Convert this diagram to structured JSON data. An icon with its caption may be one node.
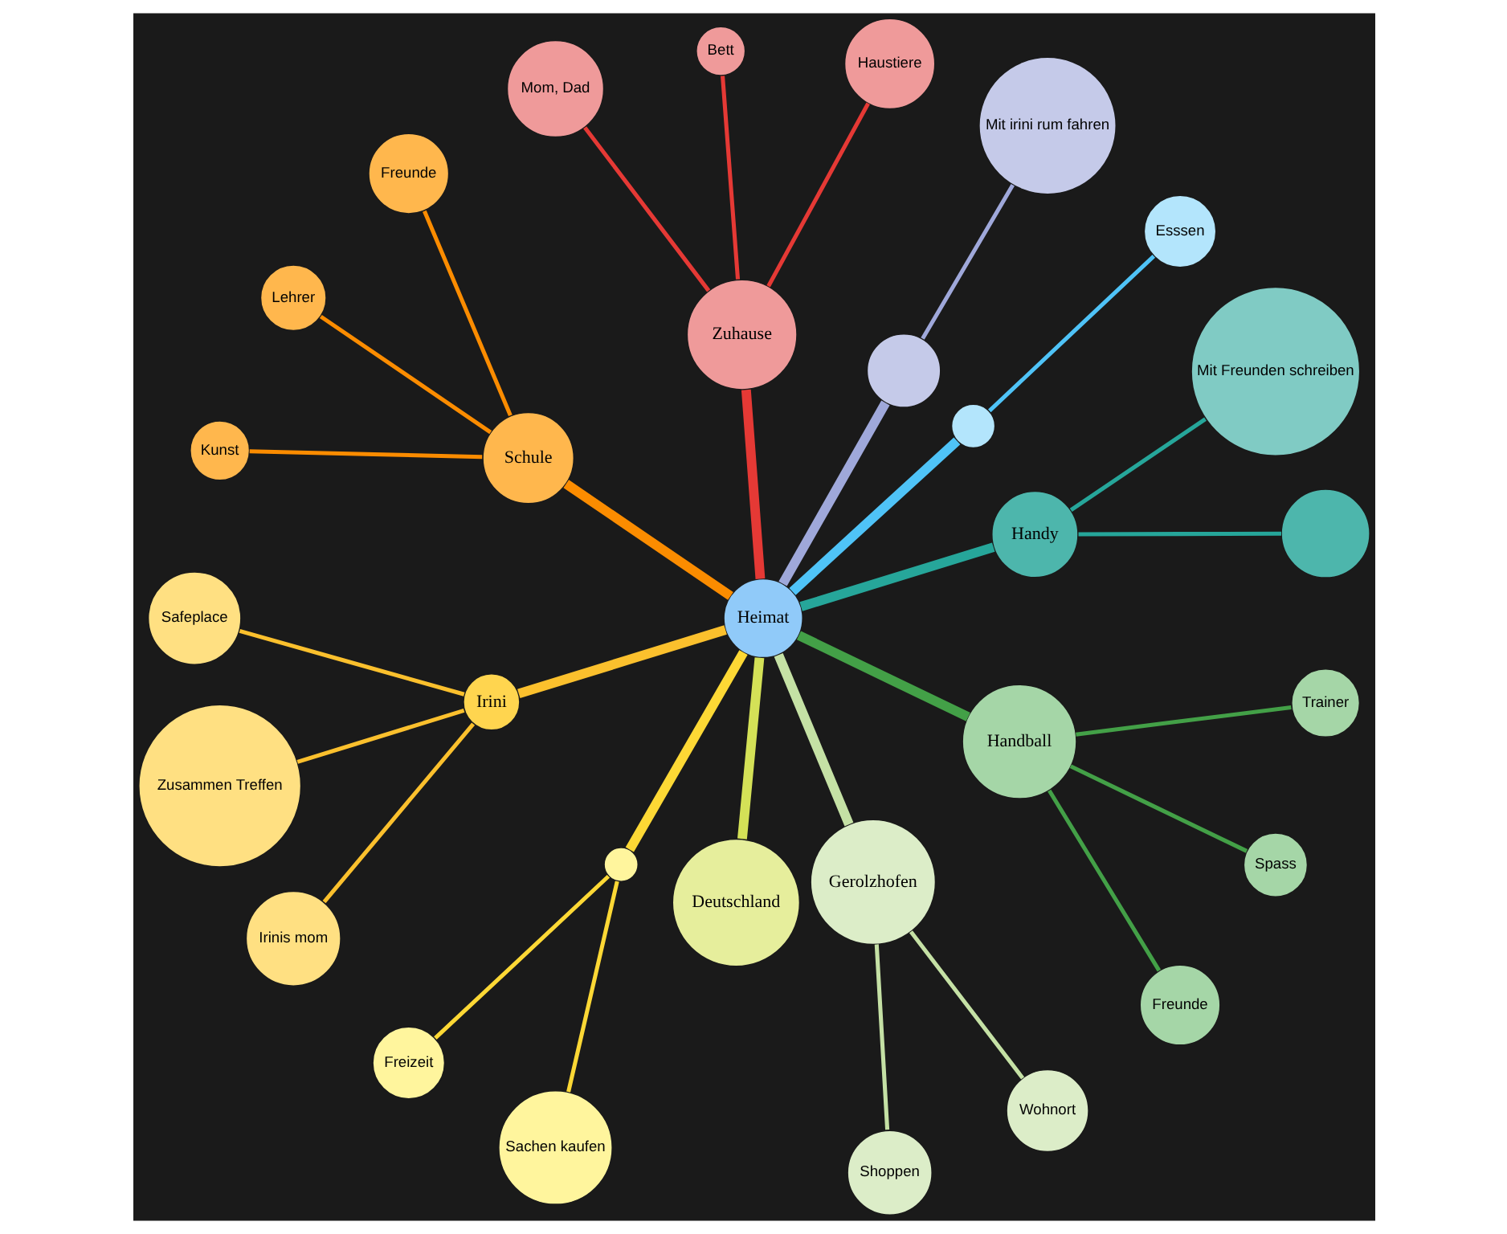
{
  "diagram": {
    "nodes": [
      {
        "text": [
          "Heimat"
        ]
      },
      {
        "text": [
          "Handy"
        ]
      },
      {
        "text": [],
        "shape": "circle"
      },
      {
        "text": [
          "Mit Freunden schreiben"
        ]
      },
      {
        "text": [],
        "shape": "circle"
      },
      {
        "text": [
          "Esssen"
        ]
      },
      {
        "text": [],
        "shape": "circle"
      },
      {
        "text": [
          "Mit irini rum fahren"
        ]
      },
      {
        "text": [
          "Zuhause"
        ]
      },
      {
        "text": [
          "Haustiere"
        ]
      },
      {
        "text": [
          "Bett"
        ]
      },
      {
        "text": [
          "Mom, Dad"
        ]
      },
      {
        "text": [
          "Schule"
        ]
      },
      {
        "text": [
          "Freunde"
        ]
      },
      {
        "text": [
          "Lehrer"
        ]
      },
      {
        "text": [
          "Kunst"
        ]
      },
      {
        "text": [
          "Irini"
        ]
      },
      {
        "text": [
          "Safeplace"
        ]
      },
      {
        "text": [
          "Zusammen Treffen"
        ]
      },
      {
        "text": [
          "Irinis mom"
        ]
      },
      {
        "text": [],
        "shape": "circle"
      },
      {
        "text": [
          "Freizeit"
        ]
      },
      {
        "text": [
          "Sachen kaufen"
        ]
      },
      {
        "text": [
          "Deutschland"
        ]
      },
      {
        "text": [
          "Gerolzhofen"
        ]
      },
      {
        "text": [
          "Shoppen"
        ]
      },
      {
        "text": [
          "Wohnort"
        ]
      },
      {
        "text": [
          "Handball"
        ]
      },
      {
        "text": [
          "Freunde"
        ]
      },
      {
        "text": [
          "Spass"
        ]
      },
      {
        "text": [
          "Trainer"
        ]
      }
    ],
    "edges": [
      {
        "from": 0,
        "to": 1,
        "arrow": "none",
        "style": "thick",
        "color": "#26a69a"
      },
      {
        "from": 1,
        "to": 2,
        "arrow": "none",
        "color": "#26a69a"
      },
      {
        "from": 1,
        "to": 3,
        "arrow": "none",
        "color": "#26a69a"
      },
      {
        "from": 0,
        "to": 4,
        "arrow": "none",
        "style": "thick",
        "color": "#4fc3f7"
      },
      {
        "from": 4,
        "to": 5,
        "arrow": "none",
        "color": "#4fc3f7"
      },
      {
        "from": 0,
        "to": 6,
        "arrow": "none",
        "style": "thick",
        "color": "#9fa8da"
      },
      {
        "from": 6,
        "to": 7,
        "arrow": "none",
        "color": "#9fa8da"
      },
      {
        "from": 0,
        "to": 8,
        "arrow": "none",
        "style": "thick",
        "color": "#e53935"
      },
      {
        "from": 8,
        "to": 9,
        "arrow": "none",
        "color": "#e53935"
      },
      {
        "from": 8,
        "to": 10,
        "arrow": "none",
        "color": "#e53935"
      },
      {
        "from": 8,
        "to": 11,
        "arrow": "none",
        "color": "#e53935"
      },
      {
        "from": 0,
        "to": 12,
        "arrow": "none",
        "style": "thick",
        "color": "#fb8c00"
      },
      {
        "from": 12,
        "to": 13,
        "arrow": "none",
        "color": "#fb8c00"
      },
      {
        "from": 12,
        "to": 14,
        "arrow": "none",
        "color": "#fb8c00"
      },
      {
        "from": 12,
        "to": 15,
        "arrow": "none",
        "color": "#fb8c00"
      },
      {
        "from": 0,
        "to": 16,
        "arrow": "none",
        "style": "thick",
        "color": "#fbc02d"
      },
      {
        "from": 16,
        "to": 17,
        "arrow": "none",
        "color": "#fbc02d"
      },
      {
        "from": 16,
        "to": 18,
        "arrow": "none",
        "color": "#fbc02d"
      },
      {
        "from": 16,
        "to": 19,
        "arrow": "none",
        "color": "#fbc02d"
      },
      {
        "from": 0,
        "to": 20,
        "arrow": "none",
        "style": "thick",
        "color": "#fdd835"
      },
      {
        "from": 20,
        "to": 21,
        "arrow": "none",
        "color": "#fdd835"
      },
      {
        "from": 20,
        "to": 22,
        "arrow": "none",
        "color": "#fdd835"
      },
      {
        "from": 0,
        "to": 23,
        "arrow": "none",
        "style": "thick",
        "color": "#d4e157"
      },
      {
        "from": 0,
        "to": 24,
        "arrow": "none",
        "style": "thick",
        "color": "#c5e1a5"
      },
      {
        "from": 24,
        "to": 25,
        "arrow": "none",
        "color": "#c5e1a5"
      },
      {
        "from": 24,
        "to": 26,
        "arrow": "none",
        "color": "#c5e1a5"
      },
      {
        "from": 0,
        "to": 27,
        "arrow": "none",
        "style": "thick",
        "color": "#43a047"
      },
      {
        "from": 27,
        "to": 28,
        "arrow": "none",
        "color": "#43a047"
      },
      {
        "from": 27,
        "to": 29,
        "arrow": "none",
        "color": "#43a047"
      },
      {
        "from": 27,
        "to": 30,
        "arrow": "none",
        "color": "#43a047"
      }
    ]
  }
}
